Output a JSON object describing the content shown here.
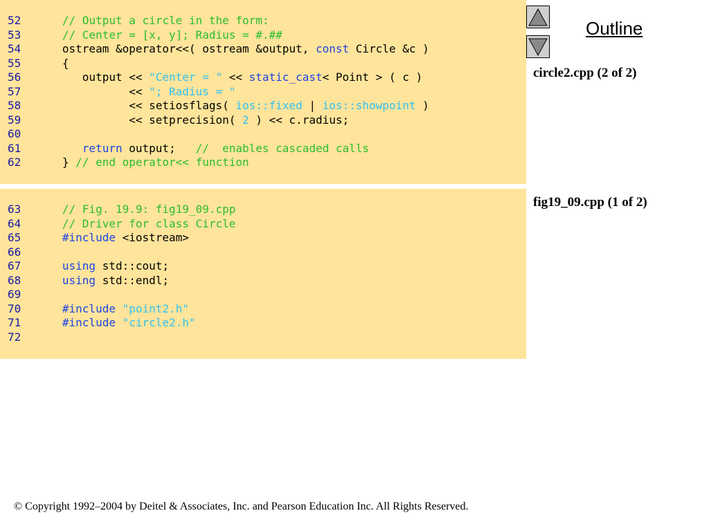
{
  "outline": {
    "title": "Outline",
    "prev_icon": "triangle-up-icon",
    "next_icon": "triangle-down-icon"
  },
  "labels": {
    "first": "circle2.cpp (2 of 2)",
    "second": "fig19_09.cpp (1 of 2)"
  },
  "colors": {
    "box_bg": "#ffe49b",
    "line_number": "#1a1aa6",
    "comment": "#2bbd2b",
    "keyword": "#1f43e6",
    "string": "#34c0ee",
    "plain": "#000000"
  },
  "code_blocks": [
    {
      "lines": [
        {
          "num": "52",
          "tokens": [
            [
              "comment",
              "   // Output a circle in the form:"
            ]
          ]
        },
        {
          "num": "53",
          "tokens": [
            [
              "comment",
              "   // Center = [x, y]; Radius = #.##"
            ]
          ]
        },
        {
          "num": "54",
          "tokens": [
            [
              "plain",
              "   ostream &operator<<( ostream &output, "
            ],
            [
              "keyword",
              "const"
            ],
            [
              "plain",
              " Circle &c )"
            ]
          ]
        },
        {
          "num": "55",
          "tokens": [
            [
              "plain",
              "   {"
            ]
          ]
        },
        {
          "num": "56",
          "tokens": [
            [
              "plain",
              "      output << "
            ],
            [
              "string",
              "\"Center = \""
            ],
            [
              "plain",
              " << "
            ],
            [
              "keyword",
              "static_cast"
            ],
            [
              "plain",
              "< Point > ( c )"
            ]
          ]
        },
        {
          "num": "57",
          "tokens": [
            [
              "plain",
              "             << "
            ],
            [
              "string",
              "\"; Radius = \""
            ]
          ]
        },
        {
          "num": "58",
          "tokens": [
            [
              "plain",
              "             << setiosflags( "
            ],
            [
              "string",
              "ios::fixed"
            ],
            [
              "plain",
              " | "
            ],
            [
              "string",
              "ios::showpoint"
            ],
            [
              "plain",
              " )"
            ]
          ]
        },
        {
          "num": "59",
          "tokens": [
            [
              "plain",
              "             << setprecision( "
            ],
            [
              "string",
              "2"
            ],
            [
              "plain",
              " ) << c.radius;"
            ]
          ]
        },
        {
          "num": "60",
          "tokens": [
            [
              "plain",
              ""
            ]
          ]
        },
        {
          "num": "61",
          "tokens": [
            [
              "keyword",
              "      return"
            ],
            [
              "plain",
              " output;   "
            ],
            [
              "comment",
              "//  enables cascaded calls"
            ]
          ]
        },
        {
          "num": "62",
          "tokens": [
            [
              "plain",
              "   } "
            ],
            [
              "comment",
              "// end operator<< function"
            ]
          ]
        }
      ]
    },
    {
      "lines": [
        {
          "num": "63",
          "tokens": [
            [
              "comment",
              "   // Fig. 19.9: fig19_09.cpp"
            ]
          ]
        },
        {
          "num": "64",
          "tokens": [
            [
              "comment",
              "   // Driver for class Circle"
            ]
          ]
        },
        {
          "num": "65",
          "tokens": [
            [
              "keyword",
              "   #include"
            ],
            [
              "plain",
              " <iostream>"
            ]
          ]
        },
        {
          "num": "66",
          "tokens": [
            [
              "plain",
              ""
            ]
          ]
        },
        {
          "num": "67",
          "tokens": [
            [
              "keyword",
              "   using"
            ],
            [
              "plain",
              " std::cout;"
            ]
          ]
        },
        {
          "num": "68",
          "tokens": [
            [
              "keyword",
              "   using"
            ],
            [
              "plain",
              " std::endl;"
            ]
          ]
        },
        {
          "num": "69",
          "tokens": [
            [
              "plain",
              ""
            ]
          ]
        },
        {
          "num": "70",
          "tokens": [
            [
              "keyword",
              "   #include"
            ],
            [
              "plain",
              " "
            ],
            [
              "string",
              "\"point2.h\""
            ]
          ]
        },
        {
          "num": "71",
          "tokens": [
            [
              "keyword",
              "   #include"
            ],
            [
              "plain",
              " "
            ],
            [
              "string",
              "\"circle2.h\""
            ]
          ]
        },
        {
          "num": "72",
          "tokens": [
            [
              "plain",
              ""
            ]
          ]
        }
      ]
    }
  ],
  "footer": {
    "copyright": "© Copyright 1992–2004 by Deitel & Associates, Inc. and Pearson Education Inc. All Rights Reserved."
  }
}
